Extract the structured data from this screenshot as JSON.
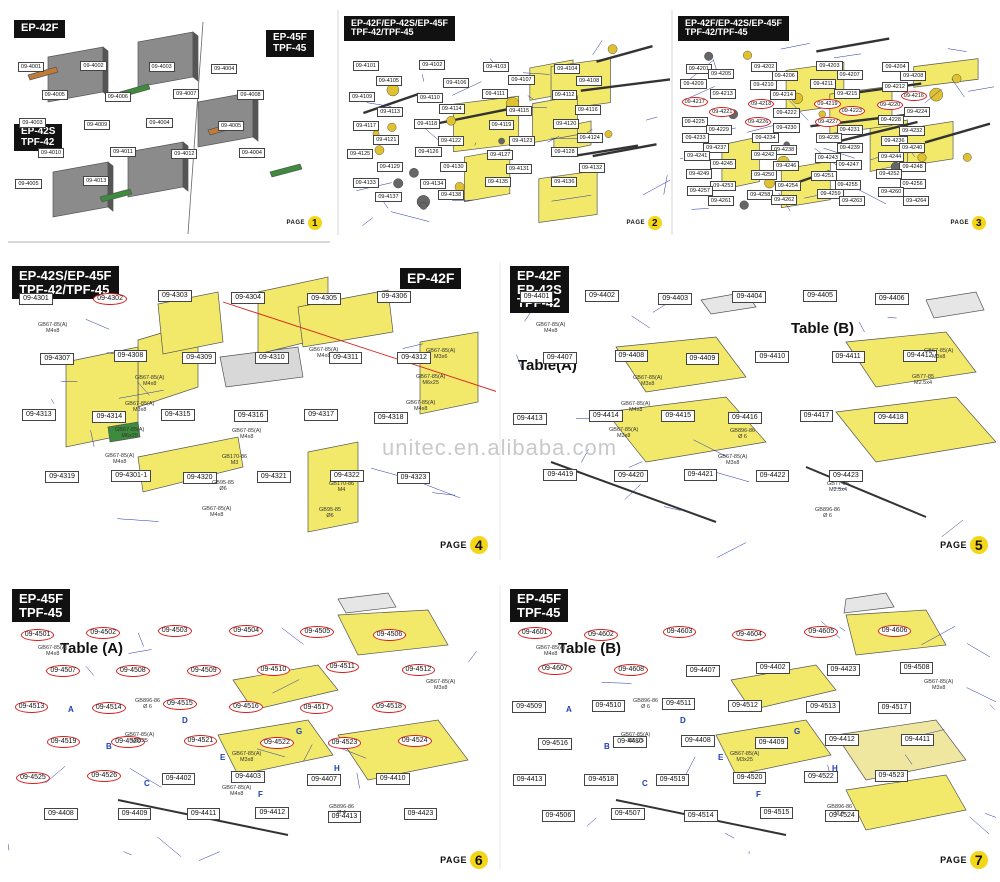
{
  "watermark": "unitec.en.alibaba.com",
  "page_word": "PAGE",
  "pages": [
    {
      "number": "1",
      "titles": [
        "EP-42F",
        "EP-45F\nTPF-45",
        "EP-42S\nTPF-42"
      ],
      "parts": [
        "09-4001",
        "09-4002",
        "09-4003",
        "09-4004",
        "09-4005",
        "09-4006",
        "09-4007",
        "09-4008",
        "09-4003",
        "09-4009",
        "09-4004",
        "09-4005",
        "09-4010",
        "09-4011",
        "09-4012",
        "09-4004",
        "09-4005",
        "09-4013"
      ]
    },
    {
      "number": "2",
      "title": "EP-42F/EP-42S/EP-45F\nTPF-42/TPF-45",
      "parts": [
        "09-4101",
        "09-4102",
        "09-4103",
        "09-4104",
        "09-4105",
        "09-4106",
        "09-4107",
        "09-4108",
        "09-4109",
        "09-4110",
        "09-4111",
        "09-4112",
        "09-4113",
        "09-4114",
        "09-4115",
        "09-4116",
        "09-4117",
        "09-4118",
        "09-4119",
        "09-4120",
        "09-4121",
        "09-4122",
        "09-4123",
        "09-4124",
        "09-4125",
        "09-4126",
        "09-4127",
        "09-4128",
        "09-4129",
        "09-4130",
        "09-4131",
        "09-4132",
        "09-4133",
        "09-4134",
        "09-4135",
        "09-4136",
        "09-4137",
        "09-4138"
      ]
    },
    {
      "number": "3",
      "title": "EP-42F/EP-42S/EP-45F\nTPF-42/TPF-45",
      "parts": [
        "09-4201",
        "09-4202",
        "09-4203",
        "09-4204",
        "09-4205",
        "09-4206",
        "09-4207",
        "09-4208",
        "09-4209",
        "09-4210",
        "09-4211",
        "09-4212",
        "09-4213",
        "09-4214",
        "09-4215",
        "09-4216",
        "09-4217",
        "09-4218",
        "09-4219",
        "09-4220",
        "09-4221",
        "09-4222",
        "09-4223",
        "09-4224",
        "09-4225",
        "09-4226",
        "09-4227",
        "09-4228",
        "09-4229",
        "09-4230",
        "09-4231",
        "09-4232",
        "09-4233",
        "09-4234",
        "09-4235",
        "09-4236",
        "09-4237",
        "09-4238",
        "09-4239",
        "09-4240",
        "09-4241",
        "09-4242",
        "09-4243",
        "09-4244",
        "09-4245",
        "09-4246",
        "09-4247",
        "09-4248",
        "09-4249",
        "09-4250",
        "09-4251",
        "09-4252",
        "09-4253",
        "09-4254",
        "09-4255",
        "09-4256",
        "09-4257",
        "09-4258",
        "09-4259",
        "09-4260",
        "09-4261",
        "09-4262",
        "09-4263",
        "09-4264"
      ]
    },
    {
      "number": "4",
      "title": "EP-42S/EP-45F\nTPF-42/TPF-45",
      "subtitle": "EP-42F",
      "parts": [
        "09-4301",
        "09-4302",
        "09-4303",
        "09-4304",
        "09-4305",
        "09-4306",
        "09-4307",
        "09-4308",
        "09-4309",
        "09-4310",
        "09-4311",
        "09-4312",
        "09-4313",
        "09-4314",
        "09-4315",
        "09-4316",
        "09-4317",
        "09-4318",
        "09-4319",
        "09-4301-1",
        "09-4320",
        "09-4321",
        "09-4322",
        "09-4323"
      ],
      "fasteners": [
        "GB67-85(A)\nM4x8",
        "GB67-85(A)\nM4x8",
        "GB67-85(A)\nM4x8",
        "GB170-86\nM4",
        "GB67-85(A)\nM3x6",
        "GB67-85(A)\nM3x8",
        "GB170-86\nM3",
        "GB95-85\nØ6",
        "GB67-85(A)\nM6x25",
        "GB67-85(A)\nM6x25",
        "GB95-85\nØ6",
        "GB67-85(A)\nM4x8",
        "GB67-85(A)\nM4x8",
        "GB67-85(A)\nM4x8",
        "GB67-85(A)\nM4x8"
      ]
    },
    {
      "number": "5",
      "title": "EP-42F\nEP-42S\nTPF-42",
      "table_a": "Table(A)",
      "table_b": "Table (B)",
      "parts": [
        "09-4401",
        "09-4402",
        "09-4403",
        "09-4404",
        "09-4405",
        "09-4406",
        "09-4407",
        "09-4408",
        "09-4409",
        "09-4410",
        "09-4411",
        "09-4412",
        "09-4413",
        "09-4414",
        "09-4415",
        "09-4416",
        "09-4417",
        "09-4418",
        "09-4419",
        "09-4420",
        "09-4421",
        "09-4422",
        "09-4423"
      ],
      "fasteners": [
        "GB67-85(A)\nM4x8",
        "GB67-85(A)\nM3x8",
        "GB896-86\nØ 6",
        "GB77-85\nM2.5x4",
        "GB67-85(A)\nM3x8",
        "GB67-85(A)\nM4x8",
        "GB67-85(A)\nM3x8",
        "GB896-86\nØ 6",
        "GB77-85\nM2.5x4",
        "GB67-85(A)\nM3x8"
      ]
    },
    {
      "number": "6",
      "title": "EP-45F\nTPF-45",
      "table": "Table (A)",
      "parts": [
        "09-4501",
        "09-4502",
        "09-4503",
        "09-4504",
        "09-4505",
        "09-4506",
        "09-4507",
        "09-4508",
        "09-4509",
        "09-4510",
        "09-4511",
        "09-4512",
        "09-4513",
        "09-4514",
        "09-4515",
        "09-4516",
        "09-4517",
        "09-4518",
        "09-4519",
        "09-4520",
        "09-4521",
        "09-4522",
        "09-4523",
        "09-4524",
        "09-4525",
        "09-4526",
        "09-4402",
        "09-4403",
        "09-4407",
        "09-4410",
        "09-4408",
        "09-4409",
        "09-4411",
        "09-4412",
        "09-4413",
        "09-4423"
      ],
      "fasteners": [
        "GB67-85(A)\nM4x8",
        "GB896-86\nØ 6",
        "GB67-85(A)\nM3x8",
        "GB896-86\nØ 4",
        "GB67-85(A)\nM3x8",
        "GB67-85(A)\nM3x25",
        "GB67-85(A)\nM4x8"
      ]
    },
    {
      "number": "7",
      "title": "EP-45F\nTPF-45",
      "table": "Table (B)",
      "parts": [
        "09-4601",
        "09-4602",
        "09-4603",
        "09-4604",
        "09-4605",
        "09-4606",
        "09-4607",
        "09-4608",
        "09-4407",
        "09-4402",
        "09-4423",
        "09-4508",
        "09-4509",
        "09-4510",
        "09-4511",
        "09-4512",
        "09-4513",
        "09-4517",
        "09-4516",
        "09-4410",
        "09-4408",
        "09-4409",
        "09-4412",
        "09-4411",
        "09-4413",
        "09-4518",
        "09-4519",
        "09-4520",
        "09-4522",
        "09-4523",
        "09-4506",
        "09-4507",
        "09-4514",
        "09-4515",
        "09-4524"
      ],
      "fasteners": [
        "GB67-85(A)\nM4x8",
        "GB896-86\nØ 6",
        "GB67-85(A)\nM3x25",
        "GB896-86\nØ 4",
        "GB67-85(A)\nM3x8",
        "GB67-85(A)\nM3x25"
      ]
    }
  ],
  "colors": {
    "part_fill": "#f2e96b",
    "frame_line": "#2233aa",
    "callout_red": "#d71d1d",
    "title_bg": "#111111",
    "page_badge": "#f4d619"
  }
}
